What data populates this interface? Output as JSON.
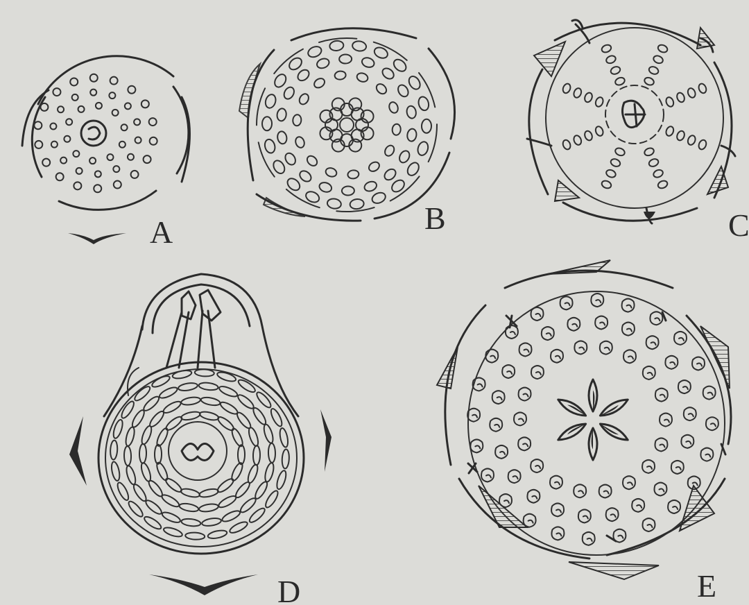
{
  "figures": [
    {
      "label": "A"
    },
    {
      "label": "B"
    },
    {
      "label": "C"
    },
    {
      "label": "D"
    },
    {
      "label": "E"
    }
  ],
  "colors": {
    "paper": "#dcdcd8",
    "ink": "#2b2b2b"
  }
}
